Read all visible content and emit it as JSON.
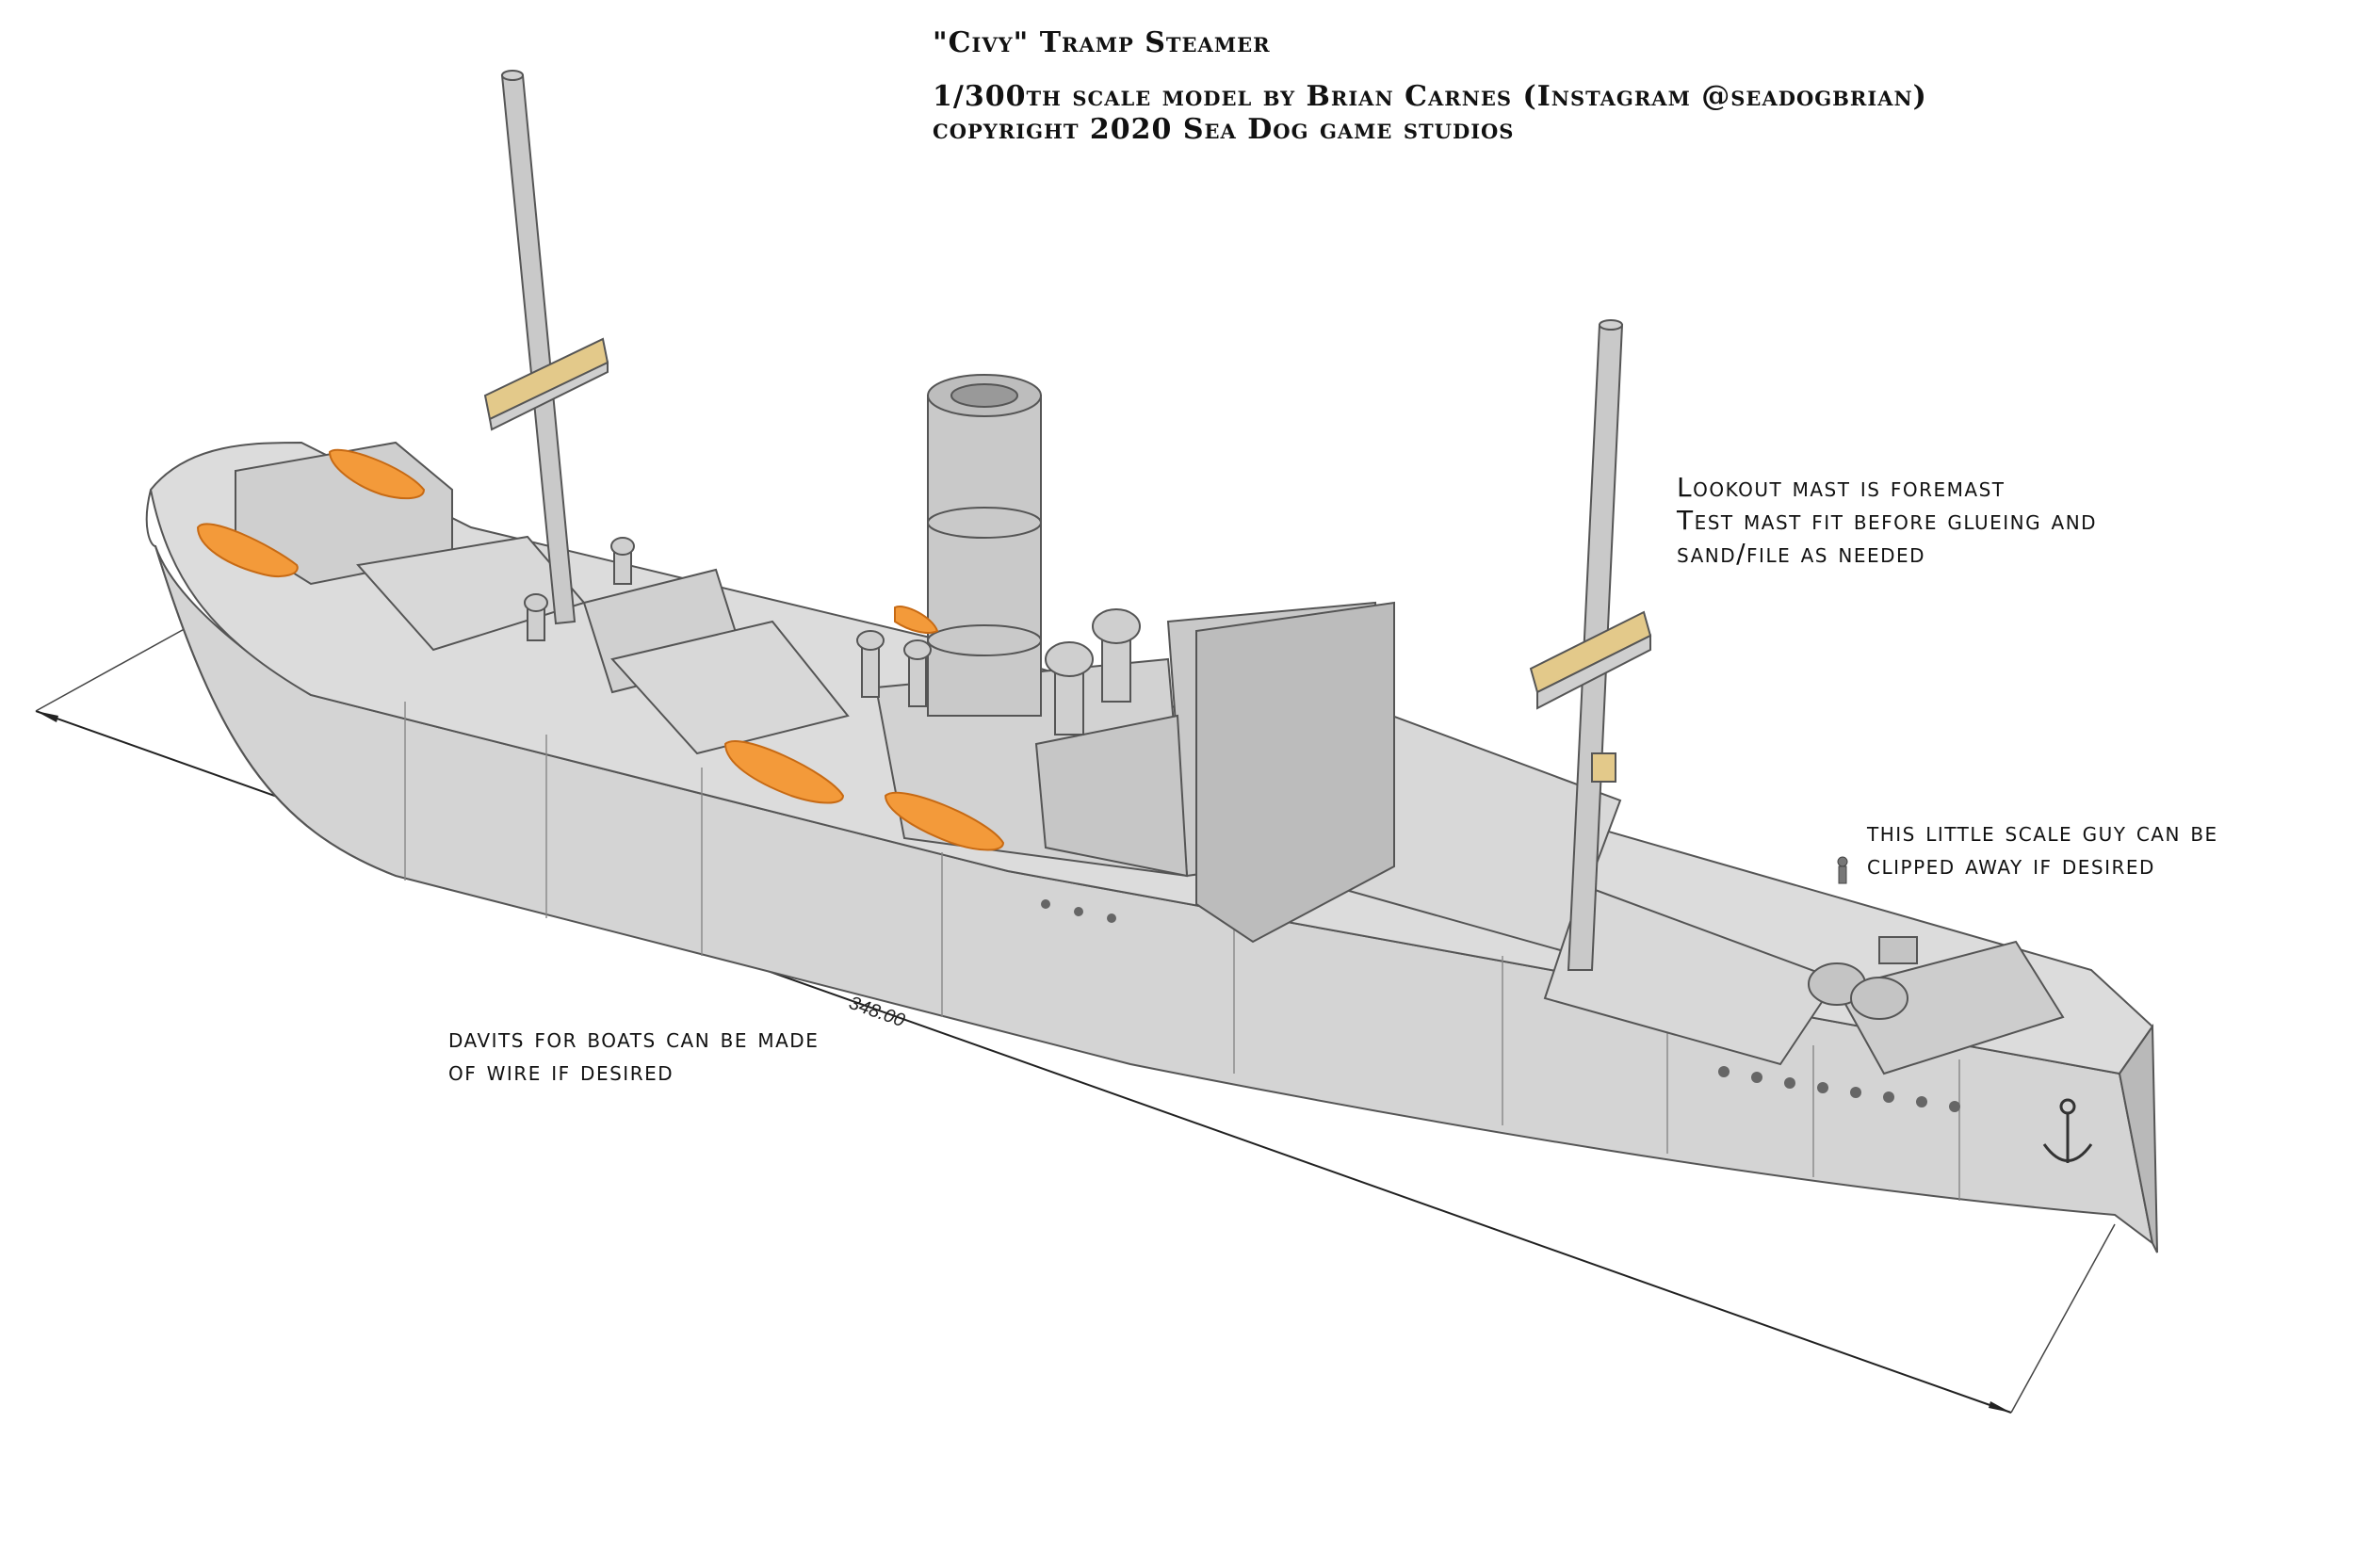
{
  "header": {
    "title": "\"Civy\" Tramp Steamer",
    "line1": "1/300th scale model by Brian Carnes (Instagram @seadogbrian)",
    "line2": "copyright 2020 Sea Dog game studios"
  },
  "notes": {
    "mast_1": "Lookout mast is foremast",
    "mast_2": "Test mast fit before glueing and",
    "mast_3": "sand/file as needed",
    "scale_guy_1": "this little scale guy can be",
    "scale_guy_2": "clipped away if desired",
    "davits_1": "davits for boats can be made",
    "davits_2": "of wire if desired"
  },
  "dimension": {
    "label": "348.00"
  },
  "colors": {
    "hull": "#d4d4d4",
    "hull_dark": "#b9b9b9",
    "deck": "#dcdcdc",
    "edge": "#555555",
    "highlight": "#e3c98a",
    "boat": "#f39a3a",
    "boat_dark": "#c76a14"
  }
}
